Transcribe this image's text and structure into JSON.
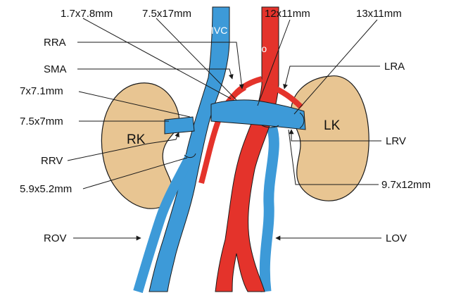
{
  "colors": {
    "vein": "#3d9ad8",
    "artery": "#e4332b",
    "kidney": "#e8c592",
    "outline": "#1a1a1a",
    "background": "#ffffff"
  },
  "organs": {
    "right_kidney": "RK",
    "left_kidney": "LK"
  },
  "vessels": {
    "ivc": "IVC",
    "aorta": "Ao"
  },
  "labels": {
    "m1": "1.7x7.8mm",
    "m2": "7.5x17mm",
    "m3": "12x11mm",
    "m4": "13x11mm",
    "rra": "RRA",
    "sma": "SMA",
    "lra": "LRA",
    "m5": "7x7.1mm",
    "m6": "7.5x7mm",
    "rrv": "RRV",
    "lrv": "LRV",
    "m7": "5.9x5.2mm",
    "m8": "9.7x12mm",
    "rov": "ROV",
    "lov": "LOV"
  }
}
